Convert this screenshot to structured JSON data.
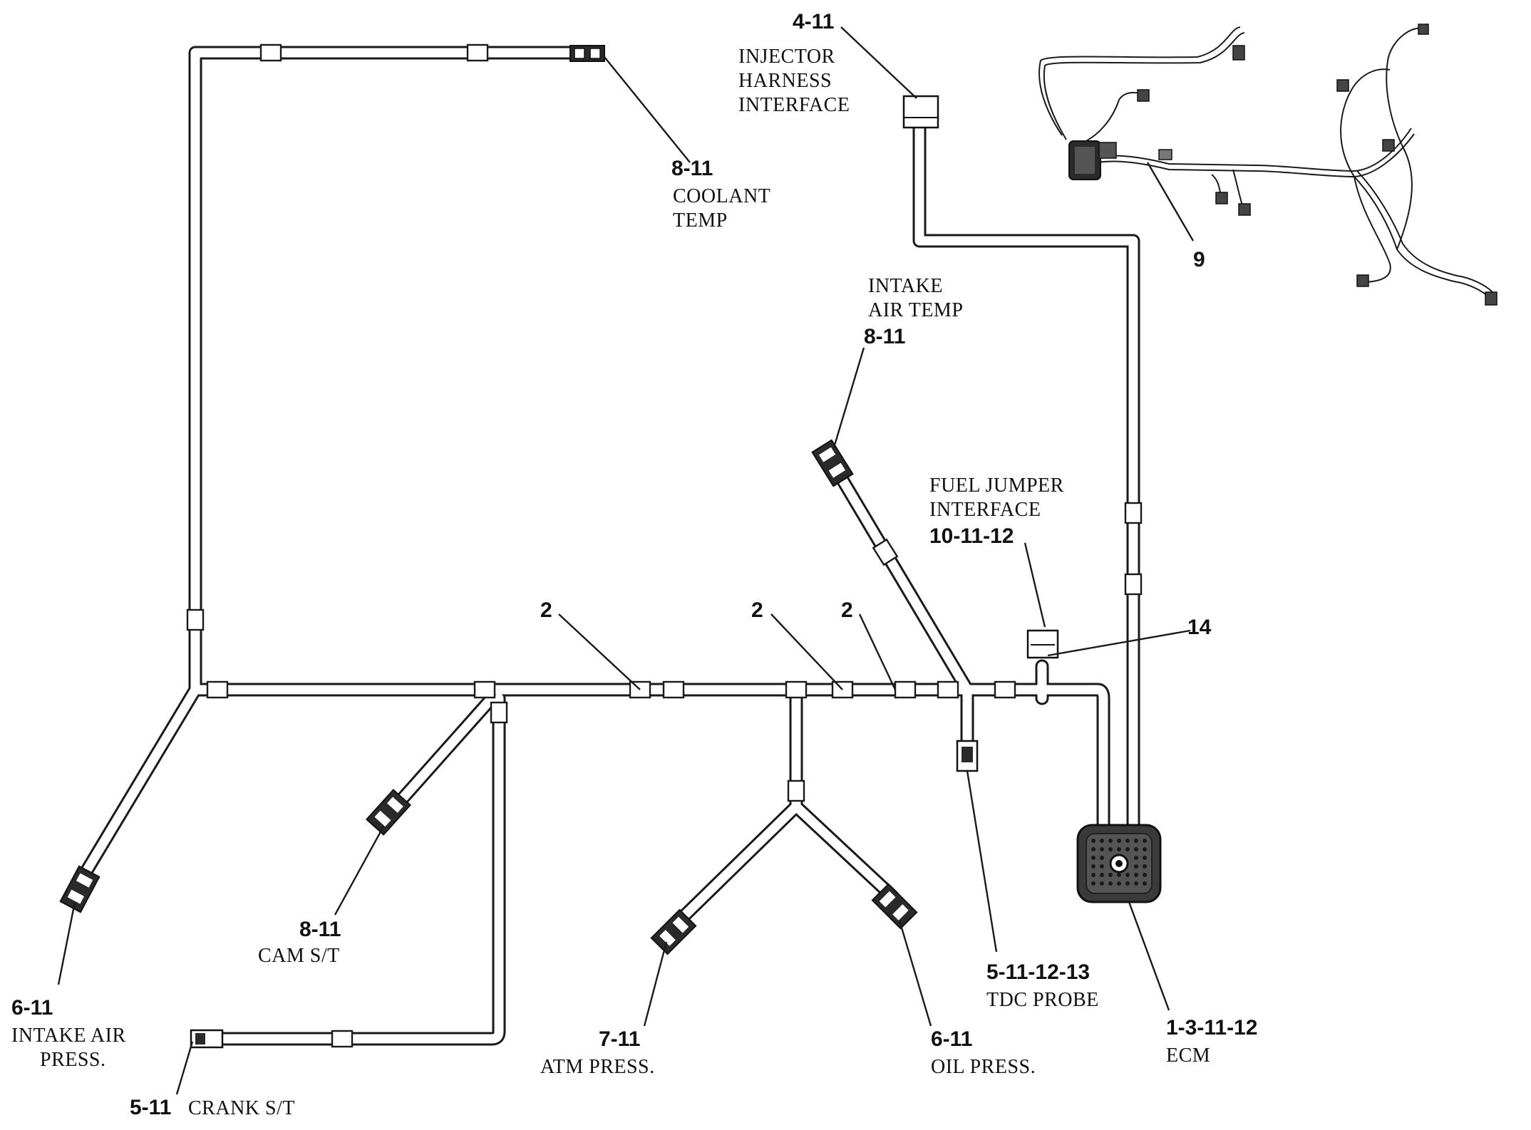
{
  "callouts": {
    "injector": {
      "number": "4-11",
      "lines": [
        "INJECTOR",
        "HARNESS",
        "INTERFACE"
      ]
    },
    "coolant": {
      "number": "8-11",
      "lines": [
        "COOLANT",
        "TEMP"
      ]
    },
    "overview": {
      "number": "9"
    },
    "intake_air_temp": {
      "number": "8-11",
      "lines": [
        "INTAKE",
        "AIR TEMP"
      ]
    },
    "fuel_jumper": {
      "number": "10-11-12",
      "lines": [
        "FUEL JUMPER",
        "INTERFACE"
      ]
    },
    "branch_a": {
      "number": "2"
    },
    "branch_b": {
      "number": "2"
    },
    "branch_c": {
      "number": "2"
    },
    "part_14": {
      "number": "14"
    },
    "cam": {
      "number": "8-11",
      "lines": [
        "CAM S/T"
      ]
    },
    "intake_air_press": {
      "number": "6-11",
      "lines": [
        "INTAKE AIR",
        "PRESS."
      ]
    },
    "crank": {
      "number": "5-11",
      "text": "CRANK S/T"
    },
    "atm": {
      "number": "7-11",
      "lines": [
        "ATM PRESS."
      ]
    },
    "oil": {
      "number": "6-11",
      "lines": [
        "OIL PRESS."
      ]
    },
    "tdc": {
      "number": "5-11-12-13",
      "lines": [
        "TDC PROBE"
      ]
    },
    "ecm": {
      "number": "1-3-11-12",
      "lines": [
        "ECM"
      ]
    }
  }
}
